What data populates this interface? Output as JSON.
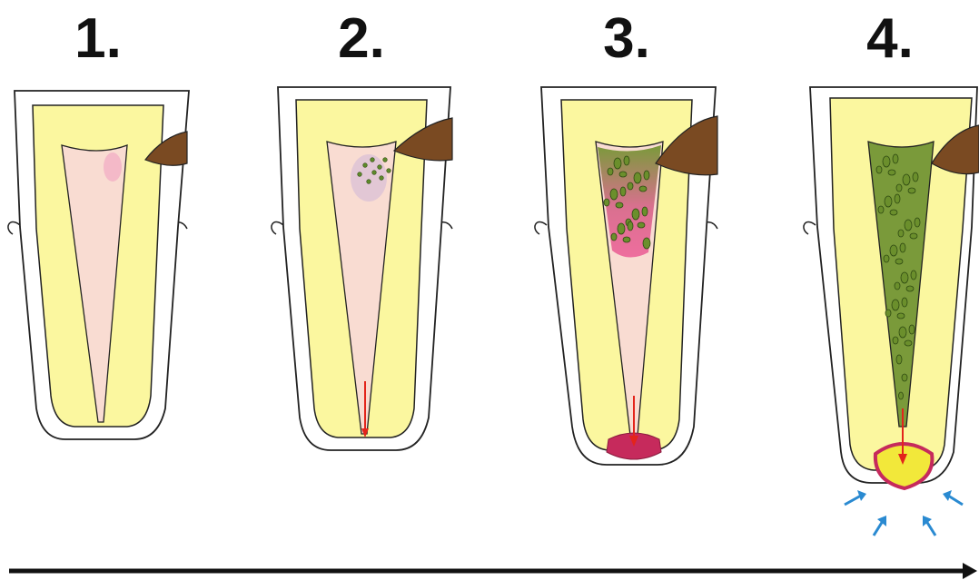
{
  "stages": [
    {
      "label": "1."
    },
    {
      "label": "2."
    },
    {
      "label": "3."
    },
    {
      "label": "4."
    }
  ],
  "colors": {
    "dentin": "#fbf79f",
    "pulp": "#f9dcd2",
    "caries": "#7a4a22",
    "bacteria": "#5e8a2a",
    "inflamed": "#e8608f",
    "lesion": "#c62a5c",
    "arrow": "#e3241b",
    "pressure": "#2a8ad1",
    "outline": "#222222"
  }
}
